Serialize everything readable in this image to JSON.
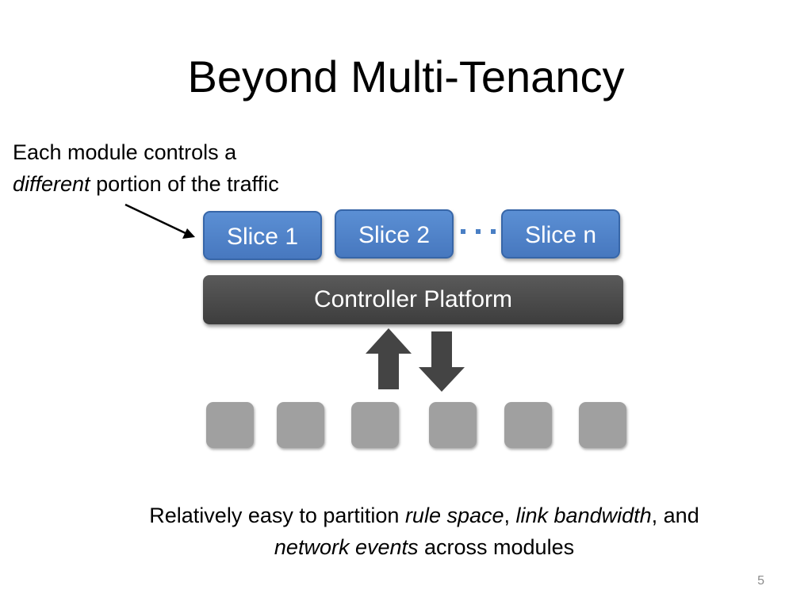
{
  "slide": {
    "title": "Beyond Multi-Tenancy",
    "page_number": "5"
  },
  "note": {
    "line1": "Each module controls a",
    "line2_emph": "different",
    "line2_rest": " portion of the traffic"
  },
  "slices": [
    "Slice 1",
    "Slice 2",
    "Slice n"
  ],
  "ellipsis": "…",
  "platform": {
    "label": "Controller Platform"
  },
  "switch_count": 6,
  "bottom": {
    "p1": "Relatively easy to partition ",
    "e1": "rule space",
    "p2": ", ",
    "e2": "link bandwidth",
    "p3": ", and ",
    "e3": "network events",
    "p4": " across modules"
  },
  "colors": {
    "slice_fill": "#4f83c9",
    "platform_fill": "#464646",
    "switch_fill": "#a0a0a0",
    "arrow_fill": "#444444",
    "ellipsis_color": "#4a7fc4"
  }
}
